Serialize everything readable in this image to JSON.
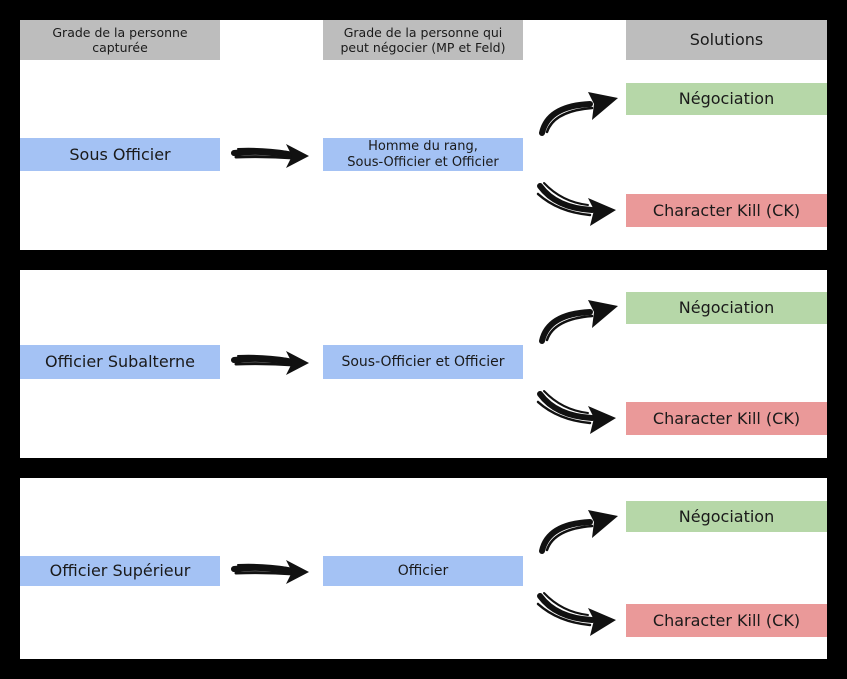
{
  "headers": {
    "captured_rank": "Grade de la personne capturée",
    "negotiator_rank": "Grade de la personne qui peut négocier (MP et Feld)",
    "solutions": "Solutions"
  },
  "rows": [
    {
      "captured": "Sous Officier",
      "negotiator": "Homme du rang,\nSous-Officier et Officier",
      "outcome_success": "Négociation",
      "outcome_fail": "Character Kill (CK)"
    },
    {
      "captured": "Officier Subalterne",
      "negotiator": "Sous-Officier et Officier",
      "outcome_success": "Négociation",
      "outcome_fail": "Character Kill (CK)"
    },
    {
      "captured": "Officier Supérieur",
      "negotiator": "Officier",
      "outcome_success": "Négociation",
      "outcome_fail": "Character Kill (CK)"
    }
  ],
  "colors": {
    "background": "#000000",
    "panel": "#ffffff",
    "header": "#bdbdbd",
    "rank": "#a4c2f4",
    "success": "#b6d7a8",
    "fail": "#ea9999"
  }
}
